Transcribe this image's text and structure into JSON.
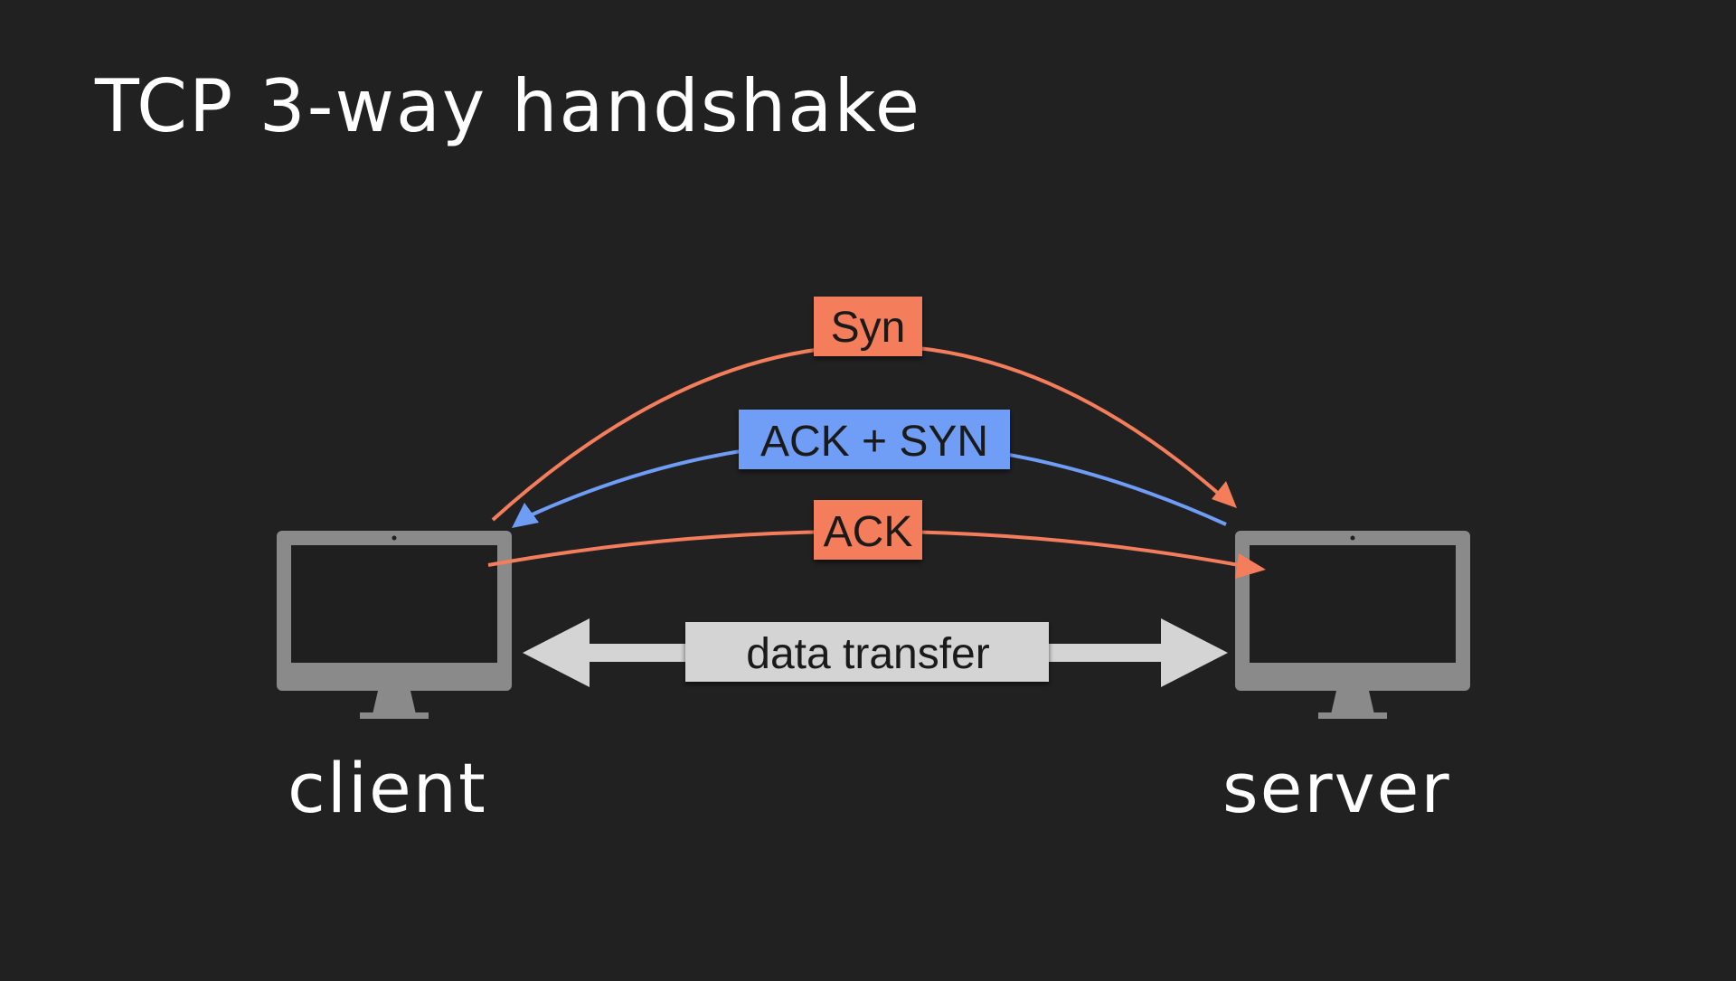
{
  "title": "TCP 3-way handshake",
  "nodes": {
    "client": {
      "label": "client"
    },
    "server": {
      "label": "server"
    }
  },
  "messages": [
    {
      "id": "syn",
      "label": "Syn",
      "color": "#f47d5c",
      "direction": "client-to-server"
    },
    {
      "id": "ack-syn",
      "label": "ACK + SYN",
      "color": "#6f9df5",
      "direction": "server-to-client"
    },
    {
      "id": "ack",
      "label": "ACK",
      "color": "#f47d5c",
      "direction": "client-to-server"
    }
  ],
  "data_transfer": {
    "label": "data transfer",
    "color": "#d4d4d4"
  },
  "colors": {
    "background": "#212121",
    "monitor": "#8a8a8a",
    "screen": "#1f1f1f",
    "text": "#ffffff",
    "label_text": "#1a1a1a"
  }
}
